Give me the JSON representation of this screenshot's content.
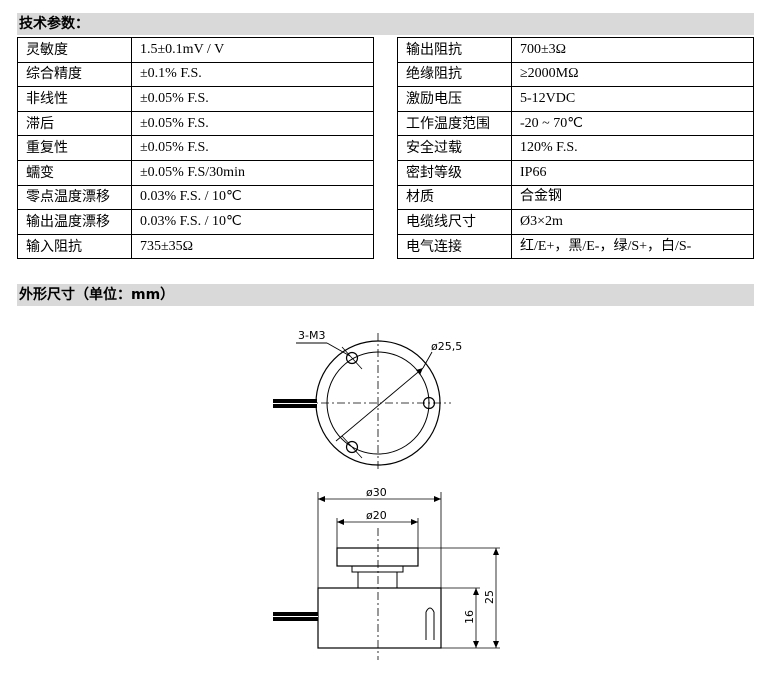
{
  "sections": {
    "specs_title": "技术参数：",
    "dims_title": "外形尺寸（单位：mm）"
  },
  "specs_left": [
    {
      "label": "灵敏度",
      "value": "1.5±0.1mV / V"
    },
    {
      "label": "综合精度",
      "value": "±0.1% F.S."
    },
    {
      "label": "非线性",
      "value": "±0.05% F.S."
    },
    {
      "label": "滞后",
      "value": "±0.05% F.S."
    },
    {
      "label": "重复性",
      "value": "±0.05% F.S."
    },
    {
      "label": "蠕变",
      "value": "±0.05% F.S/30min"
    },
    {
      "label": "零点温度漂移",
      "value": "0.03% F.S. / 10℃"
    },
    {
      "label": "输出温度漂移",
      "value": "0.03% F.S. / 10℃"
    },
    {
      "label": "输入阻抗",
      "value": "735±35Ω"
    }
  ],
  "specs_right": [
    {
      "label": "输出阻抗",
      "value": "700±3Ω"
    },
    {
      "label": "绝缘阻抗",
      "value": "≥2000MΩ"
    },
    {
      "label": "激励电压",
      "value": "5-12VDC"
    },
    {
      "label": "工作温度范围",
      "value": "-20 ~ 70℃"
    },
    {
      "label": "安全过载",
      "value": "120% F.S."
    },
    {
      "label": "密封等级",
      "value": "IP66"
    },
    {
      "label": "材质",
      "value": "合金钢"
    },
    {
      "label": "电缆线尺寸",
      "value": "Ø3×2m"
    },
    {
      "label": "电气连接",
      "value": "红/E+，黑/E-，绿/S+，白/S-"
    }
  ],
  "drawing": {
    "hole_label": "3-M3",
    "pcd_label": "ø25,5",
    "outer_dia_label": "ø30",
    "boss_dia_label": "ø20",
    "total_height_label": "25",
    "body_height_label": "16"
  }
}
